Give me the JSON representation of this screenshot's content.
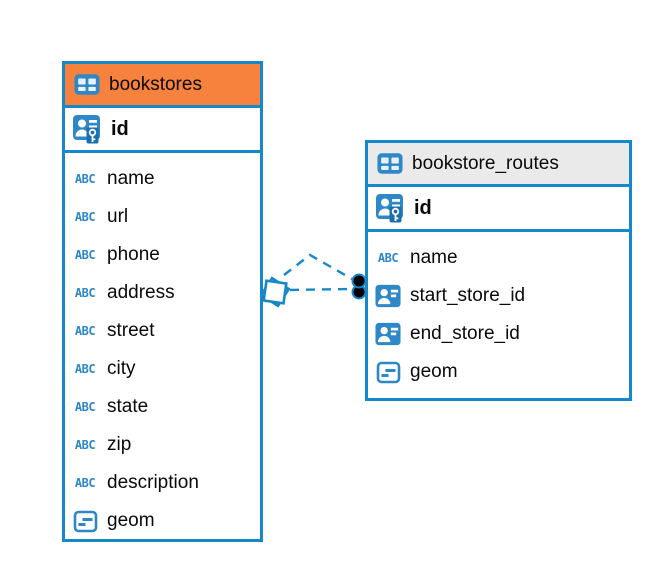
{
  "colors": {
    "table_border_blue": "#1588C9",
    "icon_blue": "#2E87C7",
    "bookstores_header_orange": "#F6823E",
    "routes_header_gray": "#EAEAEA",
    "relation_line_blue": "#1588C9",
    "relation_dot_black": "#000000",
    "text": "#0A0A0A"
  },
  "icon_labels": {
    "text_type": "ABC"
  },
  "tables": [
    {
      "title": "bookstores",
      "primary_key": {
        "name": "id",
        "type_icon": "primary-key-icon"
      },
      "columns": [
        {
          "name": "name",
          "type_icon": "text-type-icon"
        },
        {
          "name": "url",
          "type_icon": "text-type-icon"
        },
        {
          "name": "phone",
          "type_icon": "text-type-icon"
        },
        {
          "name": "address",
          "type_icon": "text-type-icon"
        },
        {
          "name": "street",
          "type_icon": "text-type-icon"
        },
        {
          "name": "city",
          "type_icon": "text-type-icon"
        },
        {
          "name": "state",
          "type_icon": "text-type-icon"
        },
        {
          "name": "zip",
          "type_icon": "text-type-icon"
        },
        {
          "name": "description",
          "type_icon": "text-type-icon"
        },
        {
          "name": "geom",
          "type_icon": "geometry-type-icon"
        }
      ]
    },
    {
      "title": "bookstore_routes",
      "primary_key": {
        "name": "id",
        "type_icon": "primary-key-icon"
      },
      "columns": [
        {
          "name": "name",
          "type_icon": "text-type-icon"
        },
        {
          "name": "start_store_id",
          "type_icon": "foreign-key-icon"
        },
        {
          "name": "end_store_id",
          "type_icon": "foreign-key-icon"
        },
        {
          "name": "geom",
          "type_icon": "geometry-type-icon"
        }
      ]
    }
  ],
  "relations": [
    {
      "between": [
        "bookstores",
        "bookstore_routes"
      ],
      "line_style": "dashed",
      "line_count": 2,
      "left_marker": "white-diamond",
      "right_marker": "two-filled-dots"
    }
  ]
}
